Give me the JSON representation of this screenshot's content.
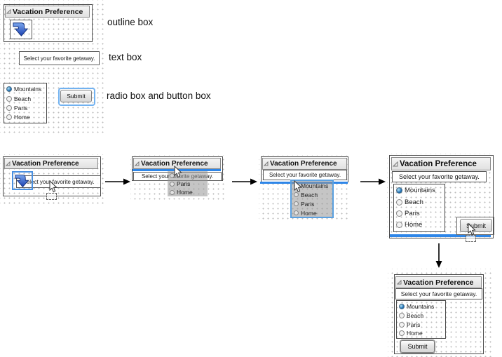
{
  "titles": {
    "panel": "Vacation Preference"
  },
  "legend": {
    "outline": "outline box",
    "text": "text box",
    "radio_button": "radio box and button box"
  },
  "form": {
    "prompt": "Select your favorite getaway.",
    "radio": {
      "options": [
        "Mountains",
        "Beach",
        "Paris",
        "Home"
      ],
      "selected": "Mountains"
    },
    "submit_label": "Submit"
  },
  "icons": {
    "collapse": "outline-collapse-triangle",
    "drop_arrow": "blue-down-arrow",
    "flow_arrow": "black-arrow"
  },
  "colors": {
    "insertion_line": "#2e86e8",
    "selection_outline": "#4a90e0",
    "arrow_icon_blue": "#2b55c4"
  }
}
